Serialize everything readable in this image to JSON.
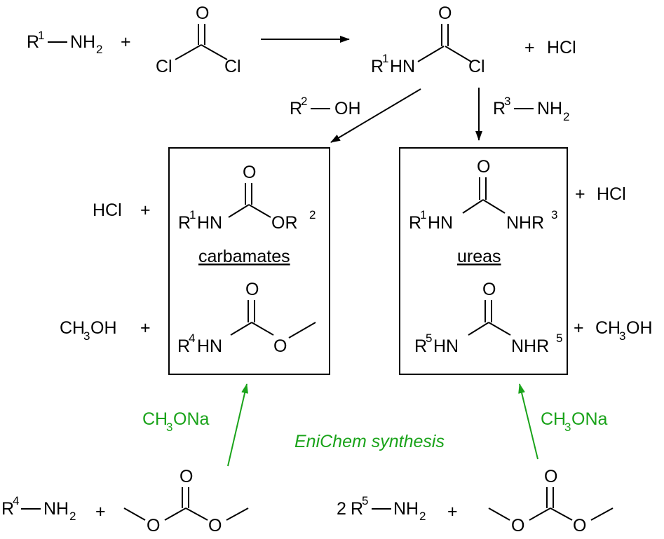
{
  "top": {
    "r1": "R",
    "r1_sup": "1",
    "nh": "NH",
    "nh_sub": "2",
    "plus1": "+",
    "o": "O",
    "cl_left": "Cl",
    "cl_right": "Cl",
    "prod_r": "R",
    "prod_sup": "1",
    "prod_hn": "HN",
    "prod_o": "O",
    "prod_cl": "Cl",
    "plus2": "+",
    "hcl": "HCl"
  },
  "reagents": {
    "r2": "R",
    "r2_sup": "2",
    "r2_oh": "OH",
    "r3": "R",
    "r3_sup": "3",
    "r3_nh": "NH",
    "r3_sub": "2"
  },
  "carbamates": {
    "byproduct1": "HCl",
    "byproduct1_plus": "+",
    "m1_o": "O",
    "m1_r": "R",
    "m1_sup": "1",
    "m1_hn": "HN",
    "m1_or": "OR",
    "m1_or_sup": "2",
    "label": "carbamates",
    "byproduct2_ch": "CH",
    "byproduct2_sub": "3",
    "byproduct2_oh": "OH",
    "byproduct2_plus": "+",
    "m2_o": "O",
    "m2_r": "R",
    "m2_sup": "4",
    "m2_hn": "HN",
    "m2_o2": "O"
  },
  "ureas": {
    "byproduct1_plus": "+",
    "byproduct1": "HCl",
    "m1_o": "O",
    "m1_r": "R",
    "m1_sup": "1",
    "m1_hn": "HN",
    "m1_nhr": "NHR",
    "m1_nhr_sup": "3",
    "label": "ureas",
    "byproduct2_plus": "+",
    "byproduct2_ch": "CH",
    "byproduct2_sub": "3",
    "byproduct2_oh": "OH",
    "m2_o": "O",
    "m2_r": "R",
    "m2_sup": "5",
    "m2_hn": "HN",
    "m2_nhr": "NHR",
    "m2_nhr_sup": "5"
  },
  "enichem": {
    "left_reagent_ch": "CH",
    "left_reagent_sub": "3",
    "left_reagent_ona": "ONa",
    "right_reagent_ch": "CH",
    "right_reagent_sub": "3",
    "right_reagent_ona": "ONa",
    "title": "EniChem synthesis"
  },
  "bottom": {
    "l_r": "R",
    "l_sup": "4",
    "l_nh": "NH",
    "l_sub": "2",
    "l_plus": "+",
    "l_o": "O",
    "r_coef": "2",
    "r_r": "R",
    "r_sup": "5",
    "r_nh": "NH",
    "r_sub": "2",
    "r_plus": "+",
    "r_o": "O"
  },
  "colors": {
    "green": "#1aa31a",
    "ink": "#000000"
  }
}
